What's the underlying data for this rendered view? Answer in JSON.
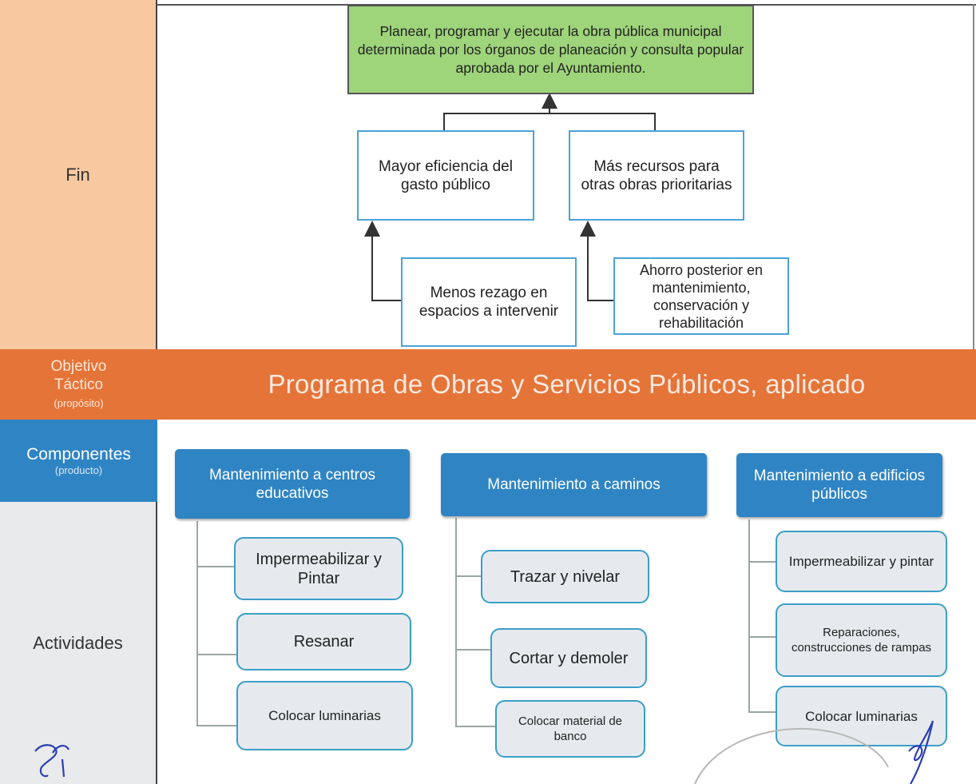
{
  "rows": {
    "fin": "Fin",
    "objetivo_line1": "Objetivo",
    "objetivo_line2": "Táctico",
    "objetivo_line3": "(propósito)",
    "componentes": "Componentes",
    "componentes_sub": "(producto)",
    "actividades": "Actividades"
  },
  "fin": {
    "goal": "Planear, programar y ejecutar la obra pública municipal determinada por los órganos de planeación y consulta popular aprobada por el Ayuntamiento.",
    "mid_left": "Mayor eficiencia del gasto público",
    "mid_right": "Más recursos para otras obras prioritarias",
    "low_left": "Menos rezago en espacios a intervenir",
    "low_right": "Ahorro posterior en mantenimiento, conservación y rehabilitación"
  },
  "tactic": "Programa de Obras y Servicios Públicos, aplicado",
  "components": [
    {
      "title": "Mantenimiento a centros educativos",
      "activities": [
        "Impermeabilizar y Pintar",
        "Resanar",
        "Colocar luminarias"
      ]
    },
    {
      "title": "Mantenimiento a caminos",
      "activities": [
        "Trazar y nivelar",
        "Cortar y demoler",
        "Colocar material de banco"
      ]
    },
    {
      "title": "Mantenimiento a edificios públicos",
      "activities": [
        "Impermeabilizar y pintar",
        "Reparaciones, construcciones de rampas",
        "Colocar luminarias"
      ]
    }
  ],
  "colors": {
    "fin_row": "#f8c8a0",
    "tactic": "#e57438",
    "component": "#2f84c4",
    "goal": "#9ed47a",
    "box_border": "#4aa3d8"
  }
}
